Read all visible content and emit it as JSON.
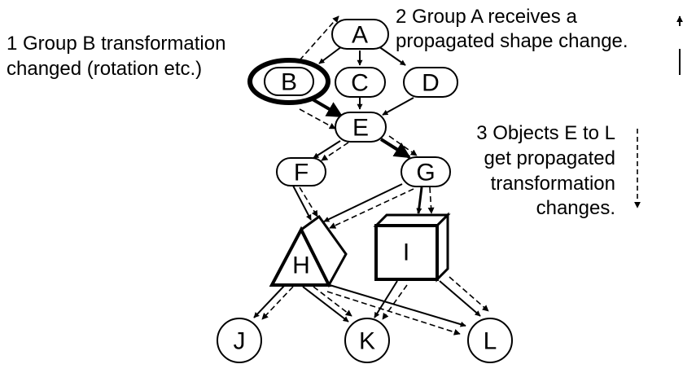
{
  "nodes": {
    "A": "A",
    "B": "B",
    "C": "C",
    "D": "D",
    "E": "E",
    "F": "F",
    "G": "G",
    "H": "H",
    "I": "I",
    "J": "J",
    "K": "K",
    "L": "L"
  },
  "notes": {
    "step1": [
      "1 Group B transformation",
      "changed (rotation etc.)"
    ],
    "step2": [
      "2 Group A receives a",
      "propagated shape change."
    ],
    "step3": [
      "3 Objects E to L",
      "get propagated",
      "transformation",
      "changes."
    ]
  },
  "colors": {
    "stroke": "#000000",
    "fill": "#ffffff"
  }
}
